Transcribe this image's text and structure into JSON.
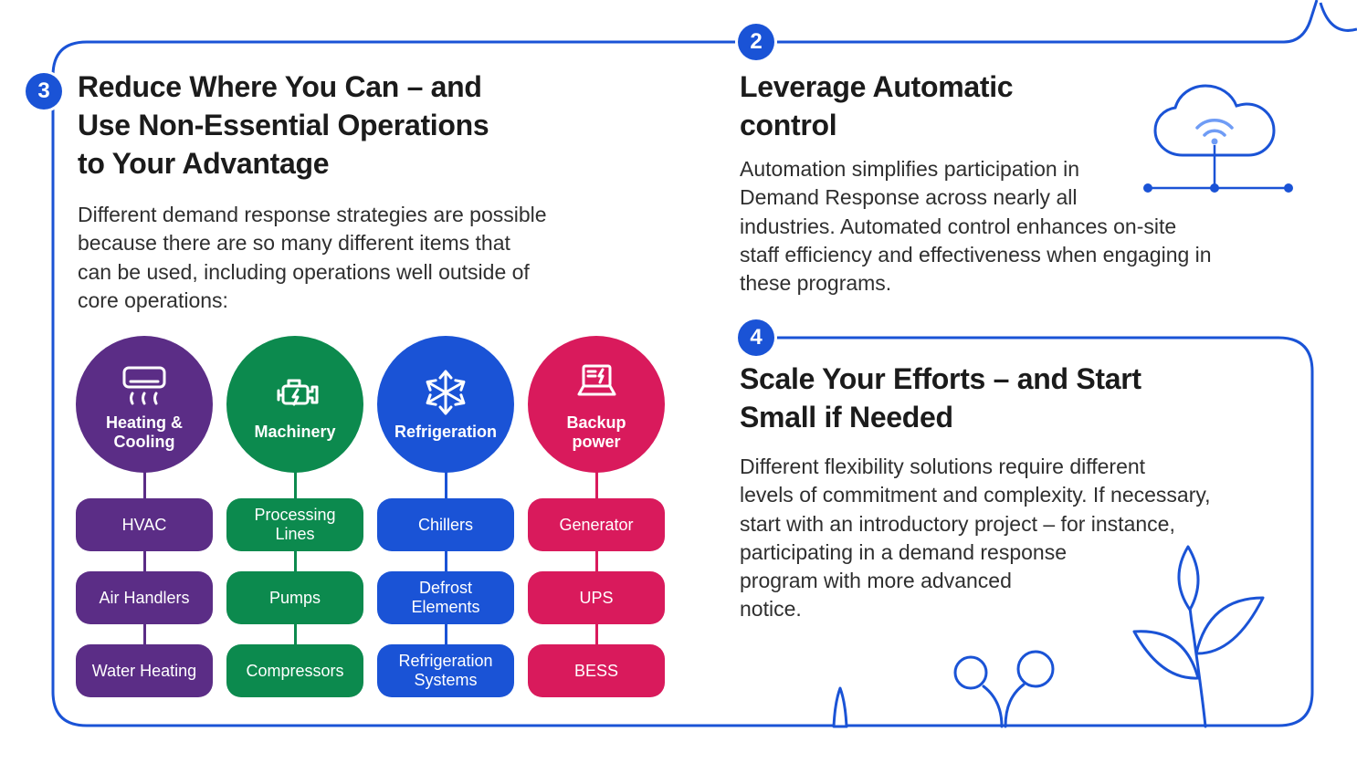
{
  "colors": {
    "accent_blue": "#1A53D6",
    "wifi_light_blue": "#6F9CF5",
    "purple": "#5B2D86",
    "green": "#0C8A4E",
    "blue": "#1A53D6",
    "pink": "#D91A5C",
    "heading_text": "#1B1B1B",
    "body_text": "#2F2F2F"
  },
  "sections": {
    "reduce": {
      "number": "3",
      "title": "Reduce Where You Can – and\nUse Non-Essential Operations\nto Your Advantage",
      "body": "Different demand response strategies are possible\nbecause there are so many different items that\ncan be used, including operations well outside of\ncore operations:",
      "categories": [
        {
          "label": "Heating &\nCooling",
          "icon": "ac-unit-icon",
          "color": "#5B2D86",
          "items": [
            "HVAC",
            "Air Handlers",
            "Water Heating"
          ]
        },
        {
          "label": "Machinery",
          "icon": "engine-icon",
          "color": "#0C8A4E",
          "items": [
            "Processing\nLines",
            "Pumps",
            "Compressors"
          ]
        },
        {
          "label": "Refrigeration",
          "icon": "snowflake-icon",
          "color": "#1A53D6",
          "items": [
            "Chillers",
            "Defrost\nElements",
            "Refrigeration\nSystems"
          ]
        },
        {
          "label": "Backup\npower",
          "icon": "backup-power-icon",
          "color": "#D91A5C",
          "items": [
            "Generator",
            "UPS",
            "BESS"
          ]
        }
      ]
    },
    "automatic_control": {
      "number": "2",
      "title": "Leverage Automatic\ncontrol",
      "body": "Automation simplifies participation in\nDemand Response across nearly all\nindustries. Automated control enhances on-site\nstaff efficiency and effectiveness when engaging in\nthese programs.",
      "icon": "cloud-network-icon"
    },
    "scale": {
      "number": "4",
      "title": "Scale Your Efforts – and Start\nSmall if Needed",
      "body": "Different flexibility solutions require different\nlevels of commitment and complexity. If necessary,\nstart with an introductory project – for instance,\nparticipating in a demand response\nprogram with more advanced\nnotice.",
      "decorations": [
        "grass-blade-icon",
        "seedling-icon",
        "plant-icon"
      ]
    }
  }
}
